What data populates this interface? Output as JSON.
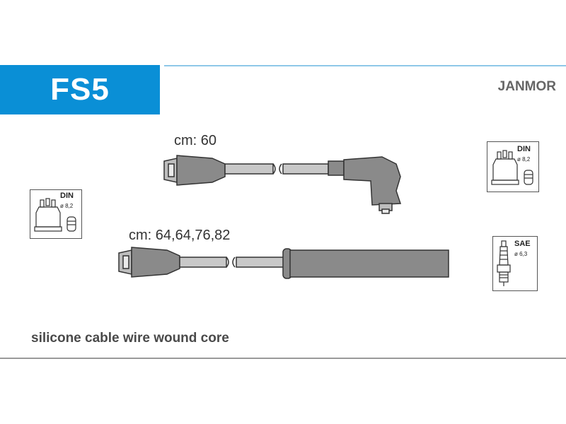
{
  "header": {
    "code": "FS5",
    "brand": "JANMOR",
    "accent": "#0a8fd6"
  },
  "cables": [
    {
      "length_label": "cm: 60",
      "type": "angled"
    },
    {
      "length_label": "cm: 64,64,76,82",
      "type": "straight"
    }
  ],
  "connectors": {
    "distributor_left": {
      "standard": "DIN",
      "diameter": "ø 8,2",
      "icon": "distributor-cap-icon"
    },
    "distributor_right": {
      "standard": "DIN",
      "diameter": "ø 8,2",
      "icon": "distributor-cap-icon"
    },
    "spark_plug": {
      "standard": "SAE",
      "diameter": "ø 6,3",
      "icon": "spark-plug-icon"
    }
  },
  "footer": {
    "description": "silicone cable wire wound core"
  }
}
